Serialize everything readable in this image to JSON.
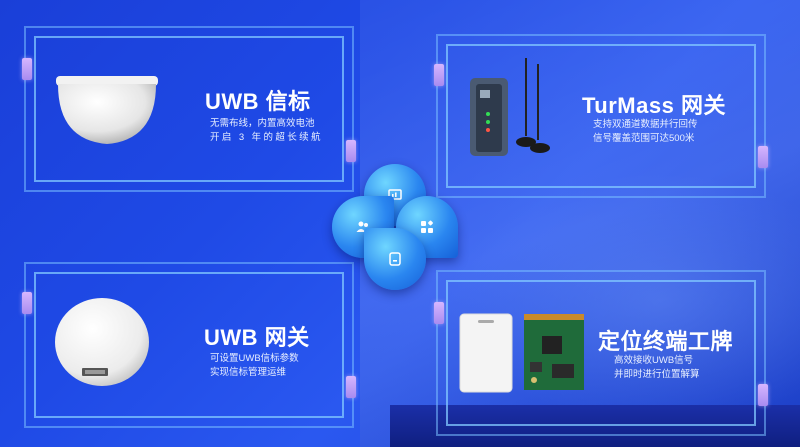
{
  "cards": [
    {
      "title": "UWB 信标",
      "lines": [
        "无需布线，内置高效电池",
        "开启 3 年的超长续航"
      ],
      "device": "dome-beacon-image"
    },
    {
      "title": "TurMass 网关",
      "lines": [
        "支持双通道数据并行回传",
        "信号覆盖范围可达500米"
      ],
      "device": "gateway-antenna-image"
    },
    {
      "title": "UWB 网关",
      "lines": [
        "可设置UWB信标参数",
        "实现信标管理运维"
      ],
      "device": "round-gateway-image"
    },
    {
      "title": "定位终端工牌",
      "lines": [
        "高效接收UWB信号",
        "并即时进行位置解算"
      ],
      "device": "badge-and-board-image"
    }
  ],
  "center_icons": [
    "chart-icon",
    "users-icon",
    "apps-icon",
    "tag-icon"
  ],
  "colors": {
    "background": "#1f4ae6",
    "frame": "#82c8ff",
    "accent_bar": "#c4a6ff",
    "petal": "#2a86f0"
  }
}
